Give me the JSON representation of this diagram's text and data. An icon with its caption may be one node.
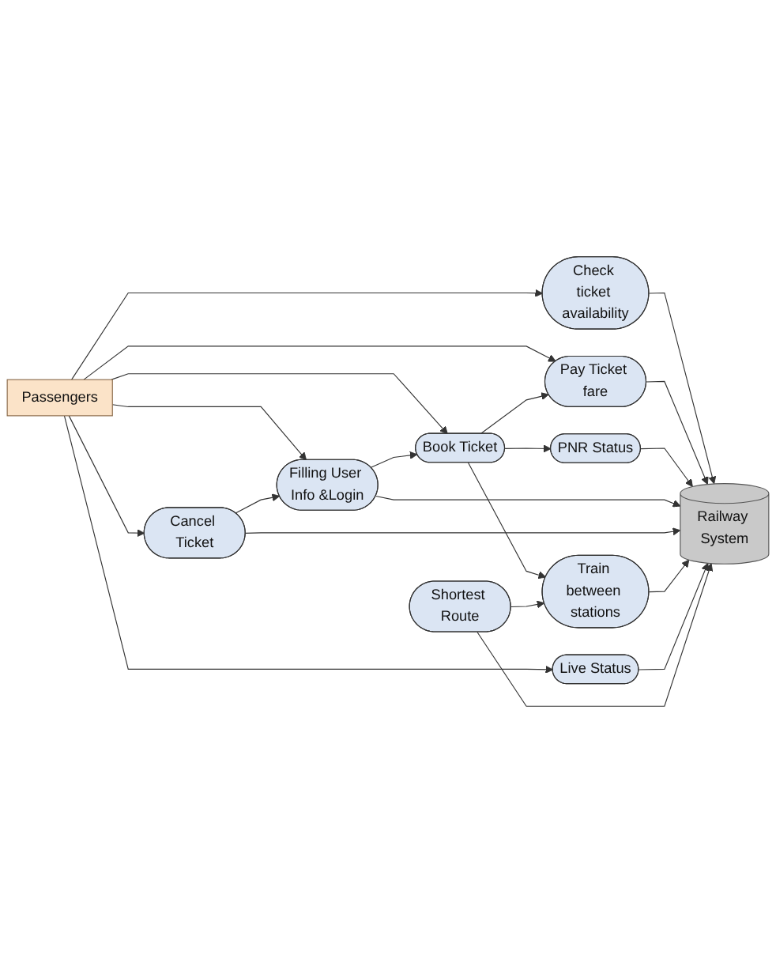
{
  "diagram": {
    "nodes": [
      {
        "text": [
          "Passengers"
        ]
      },
      {
        "text": [
          "Check ticket availability"
        ]
      },
      {
        "text": [
          "Pay Ticket fare"
        ]
      },
      {
        "text": [
          "Book Ticket"
        ]
      },
      {
        "text": [
          "PNR Status"
        ]
      },
      {
        "text": [
          "Filling User Info &Login"
        ]
      },
      {
        "text": [
          "Train between stations"
        ]
      },
      {
        "text": [
          "Cancel Ticket"
        ]
      },
      {
        "text": [
          "Shortest Route"
        ]
      },
      {
        "text": [
          "Live Status"
        ]
      },
      {
        "text": [
          "Railway System"
        ]
      }
    ],
    "edges": [
      {
        "from": 0,
        "to": 1,
        "arrow": "to"
      },
      {
        "from": 0,
        "to": 2,
        "arrow": "to"
      },
      {
        "from": 0,
        "to": 3,
        "arrow": "to"
      },
      {
        "from": 0,
        "to": 5,
        "arrow": "to"
      },
      {
        "from": 0,
        "to": 7,
        "arrow": "to"
      },
      {
        "from": 0,
        "to": 9,
        "arrow": "to"
      },
      {
        "from": 3,
        "to": 2,
        "arrow": "to"
      },
      {
        "from": 3,
        "to": 4,
        "arrow": "to"
      },
      {
        "from": 3,
        "to": 6,
        "arrow": "to"
      },
      {
        "from": 5,
        "to": 3,
        "arrow": "to"
      },
      {
        "from": 7,
        "to": 5,
        "arrow": "to"
      },
      {
        "from": 8,
        "to": 6,
        "arrow": "to"
      },
      {
        "from": 1,
        "to": 10,
        "arrow": "to"
      },
      {
        "from": 2,
        "to": 10,
        "arrow": "to"
      },
      {
        "from": 4,
        "to": 10,
        "arrow": "to"
      },
      {
        "from": 5,
        "to": 10,
        "arrow": "to"
      },
      {
        "from": 7,
        "to": 10,
        "arrow": "to"
      },
      {
        "from": 6,
        "to": 10,
        "arrow": "to"
      },
      {
        "from": 9,
        "to": 10,
        "arrow": "to"
      },
      {
        "from": 8,
        "to": 10,
        "arrow": "to"
      }
    ]
  }
}
